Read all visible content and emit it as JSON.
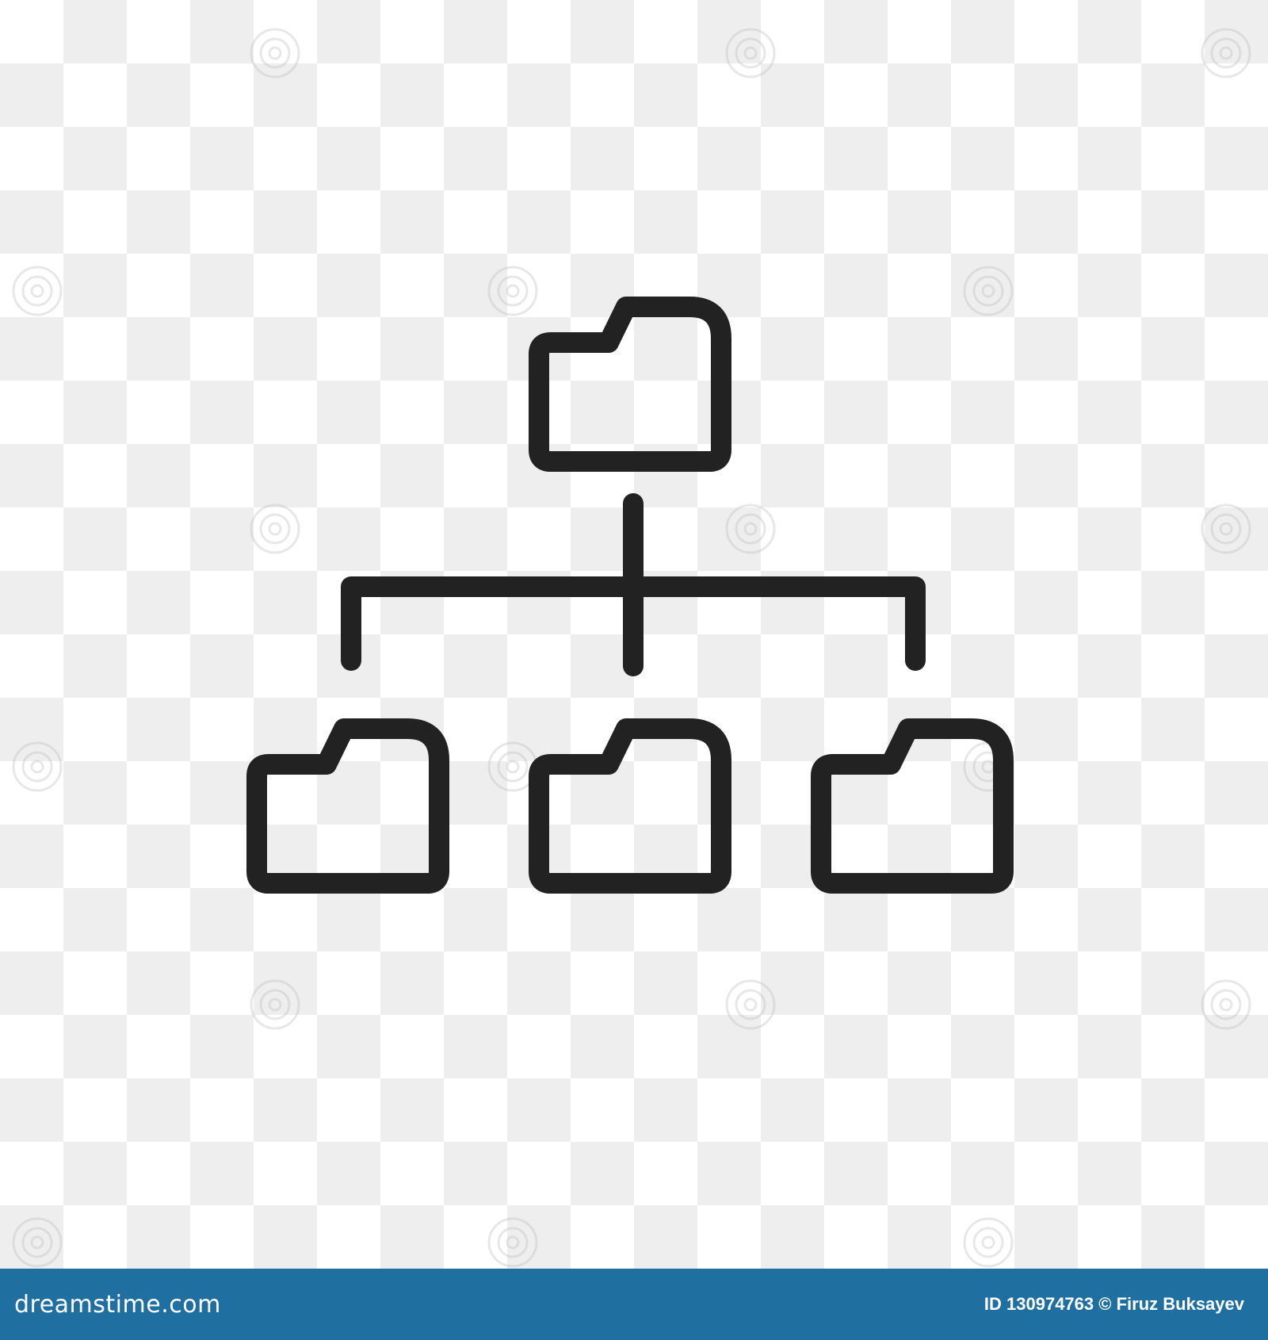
{
  "icon": {
    "name": "folder-hierarchy-icon",
    "stroke_color": "#222222"
  },
  "background": {
    "pattern": "transparency-checkerboard",
    "light": "#ffffff",
    "dark": "#eeeeef"
  },
  "watermark": {
    "brand_text": "dreamstime.com",
    "image_id": "ID 130974763",
    "author": "© Firuz Buksayev",
    "bar_color": "#1f6fa0"
  }
}
